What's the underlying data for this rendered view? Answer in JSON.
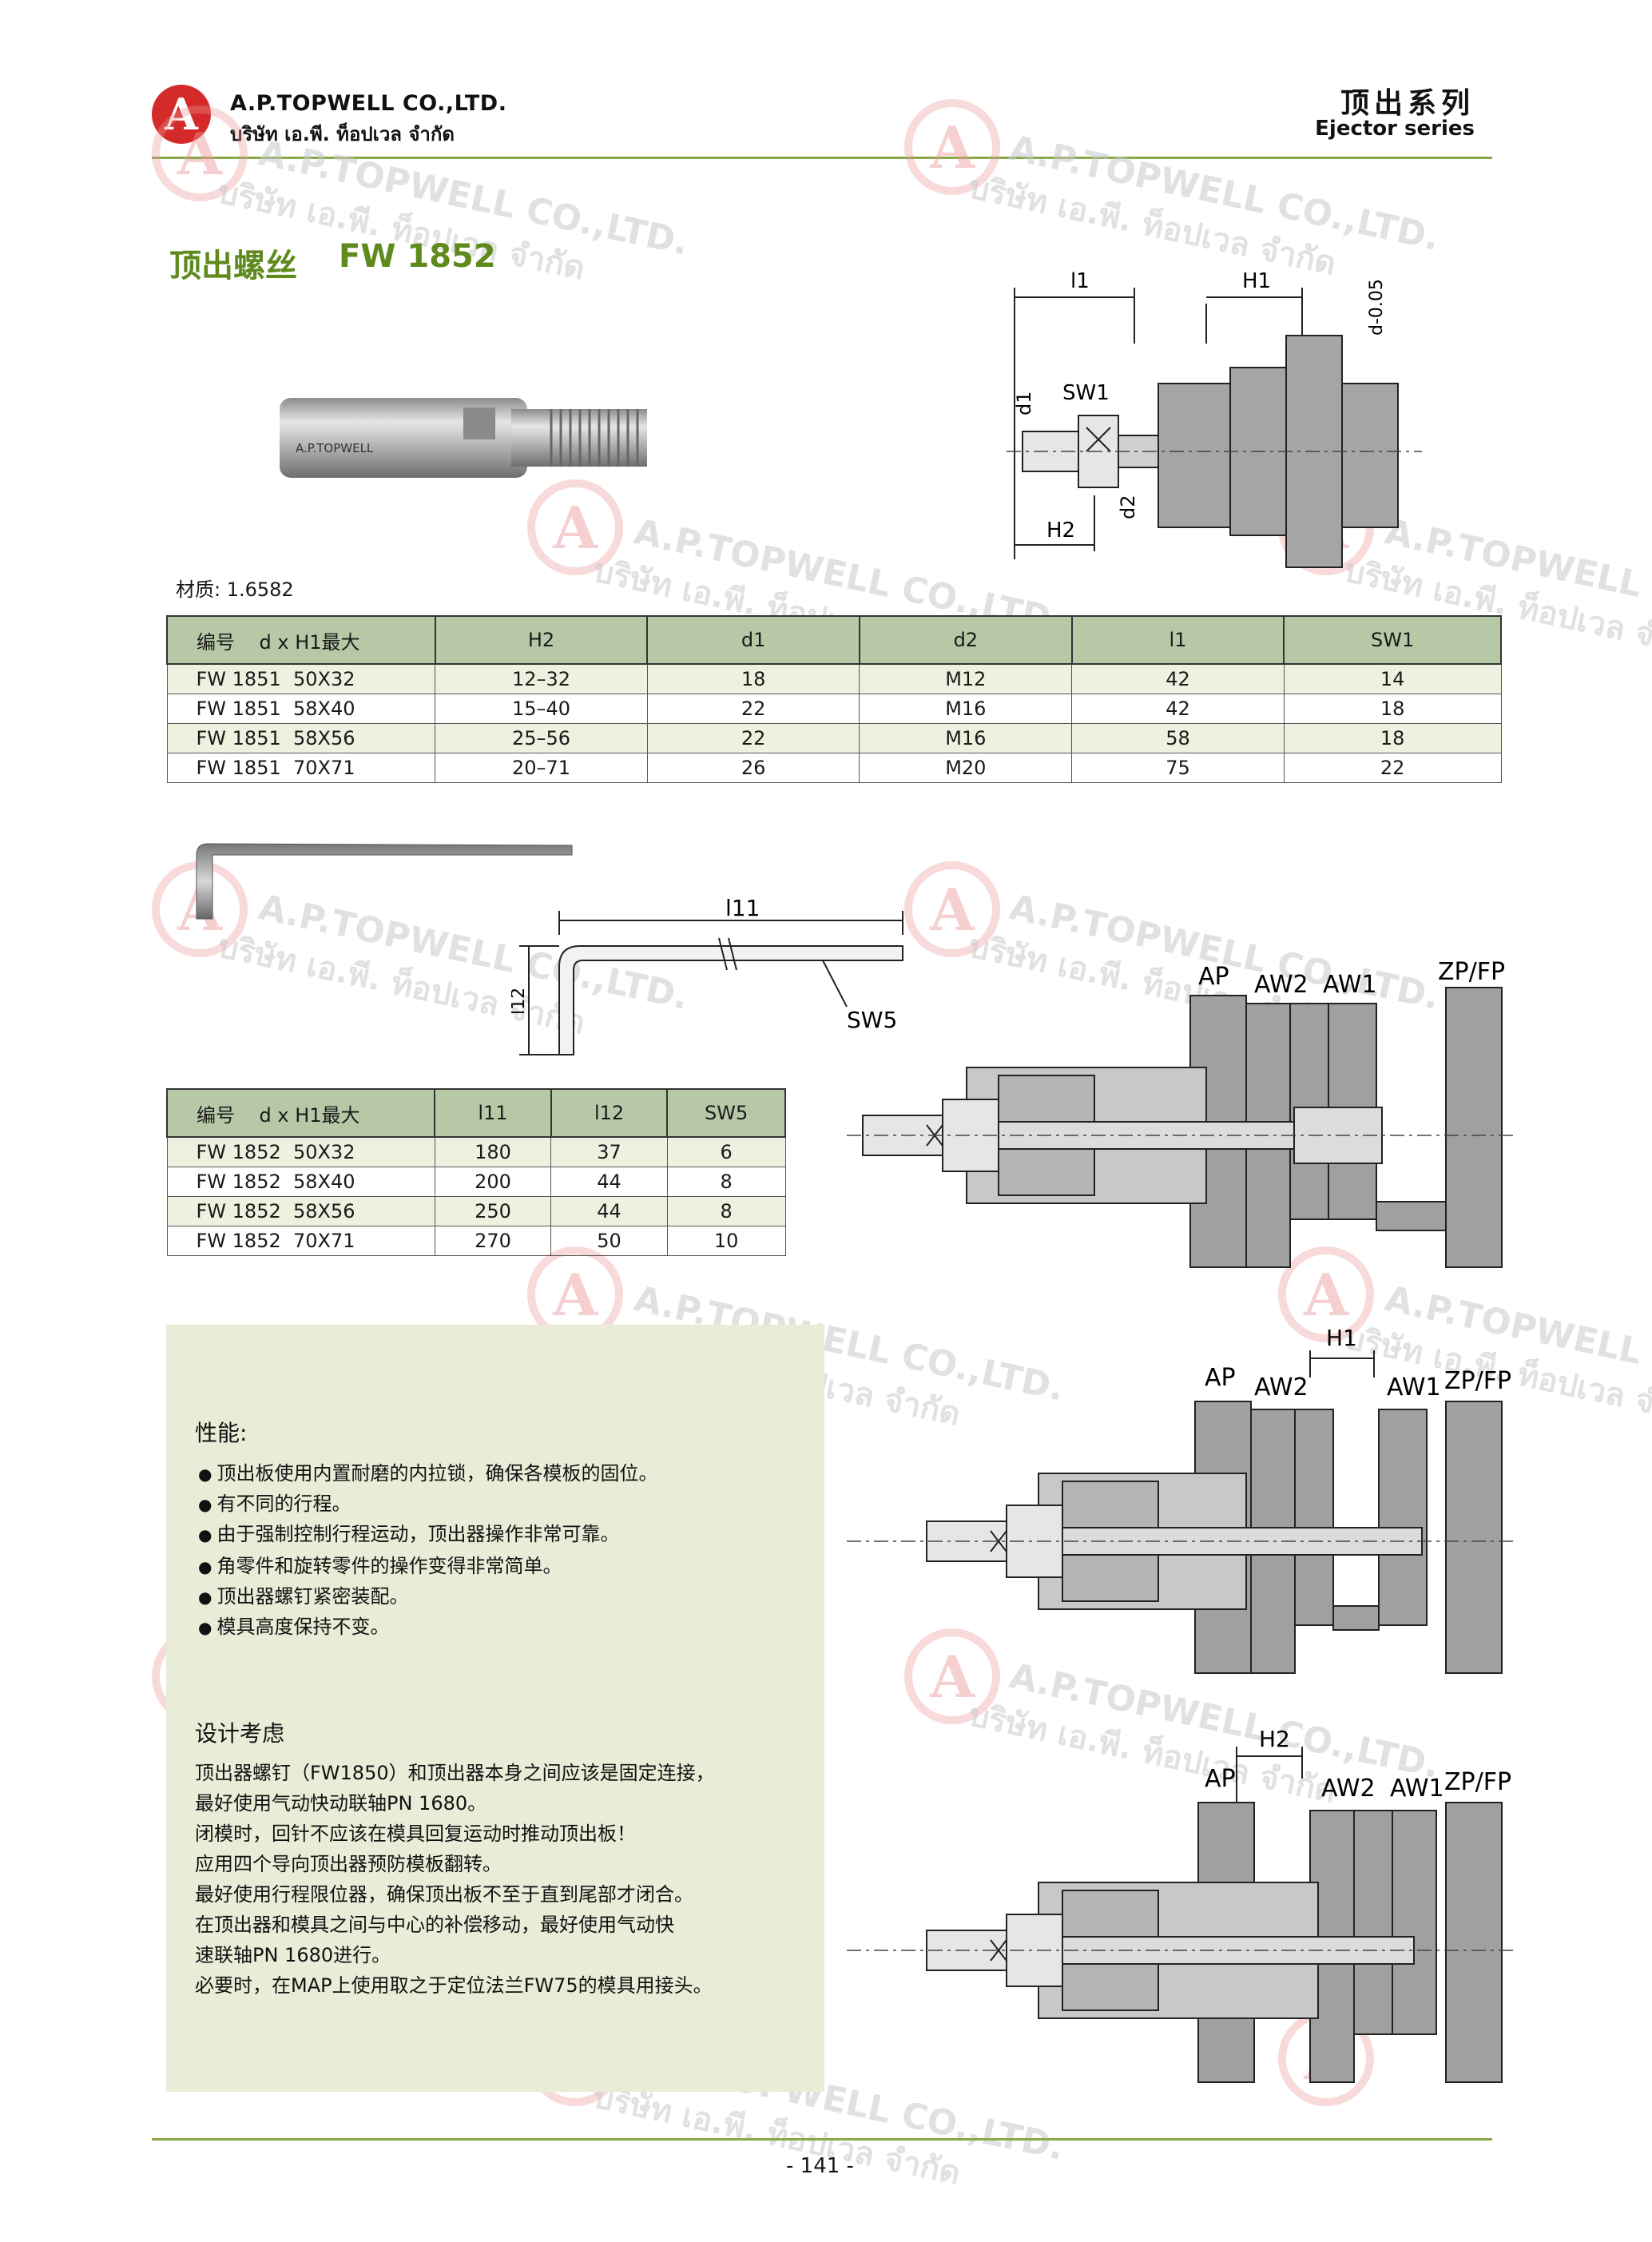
{
  "header": {
    "logo_letter": "A",
    "company_en": "A.P.TOPWELL CO.,LTD.",
    "company_th": "บริษัท เอ.พี. ท็อปเวล จำกัด",
    "series_cn": "顶出系列",
    "series_en": "Ejector series"
  },
  "watermark": {
    "line1": "A.P.TOPWELL CO.,LTD.",
    "line2": "บริษัท เอ.พี. ท็อปเวล จำกัด",
    "logo_letter": "A"
  },
  "product": {
    "title": "顶出螺丝",
    "code": "FW 1852",
    "photo_label": "A.P.TOPWELL",
    "material": "材质: 1.6582"
  },
  "table1": {
    "headers": [
      "编号",
      "d x H1最大",
      "H2",
      "d1",
      "d2",
      "l1",
      "SW1"
    ],
    "rows": [
      [
        "FW 1851",
        "50X32",
        "12–32",
        "18",
        "M12",
        "42",
        "14"
      ],
      [
        "FW 1851",
        "58X40",
        "15–40",
        "22",
        "M16",
        "42",
        "18"
      ],
      [
        "FW 1851",
        "58X56",
        "25–56",
        "22",
        "M16",
        "58",
        "18"
      ],
      [
        "FW 1851",
        "70X71",
        "20–71",
        "26",
        "M20",
        "75",
        "22"
      ]
    ]
  },
  "table2": {
    "headers": [
      "编号",
      "d x H1最大",
      "l11",
      "l12",
      "SW5"
    ],
    "rows": [
      [
        "FW 1852",
        "50X32",
        "180",
        "37",
        "6"
      ],
      [
        "FW 1852",
        "58X40",
        "200",
        "44",
        "8"
      ],
      [
        "FW 1852",
        "58X56",
        "250",
        "44",
        "8"
      ],
      [
        "FW 1852",
        "70X71",
        "270",
        "50",
        "10"
      ]
    ]
  },
  "drawing1": {
    "labels": [
      "l1",
      "H1",
      "d-0.05",
      "d1",
      "SW1",
      "d2",
      "H2"
    ]
  },
  "drawing2": {
    "labels": [
      "l11",
      "SW5",
      "l12"
    ]
  },
  "assembly": {
    "view1": [
      "AP",
      "AW2",
      "AW1",
      "ZP/FP"
    ],
    "view2": [
      "H1",
      "AP",
      "AW2",
      "AW1",
      "ZP/FP"
    ],
    "view3": [
      "H2",
      "AP",
      "AW2",
      "AW1",
      "ZP/FP"
    ]
  },
  "features": {
    "title": "性能:",
    "items": [
      "顶出板使用内置耐磨的内拉锁，确保各模板的固位。",
      "有不同的行程。",
      "由于强制控制行程运动，顶出器操作非常可靠。",
      "角零件和旋转零件的操作变得非常简单。",
      "顶出器螺钉紧密装配。",
      "模具高度保持不变。"
    ]
  },
  "design": {
    "title": "设计考虑",
    "lines": [
      "顶出器螺钉（FW1850）和顶出器本身之间应该是固定连接，",
      "最好使用气动快动联轴PN 1680。",
      "闭模时，回针不应该在模具回复运动时推动顶出板！",
      "应用四个导向顶出器预防模板翻转。",
      "最好使用行程限位器，确保顶出板不至于直到尾部才闭合。",
      "在顶出器和模具之间与中心的补偿移动，最好使用气动快",
      "速联轴PN 1680进行。",
      "必要时，在MAP上使用取之于定位法兰FW75的模具用接头。"
    ]
  },
  "footer": {
    "page": "- 141 -"
  }
}
